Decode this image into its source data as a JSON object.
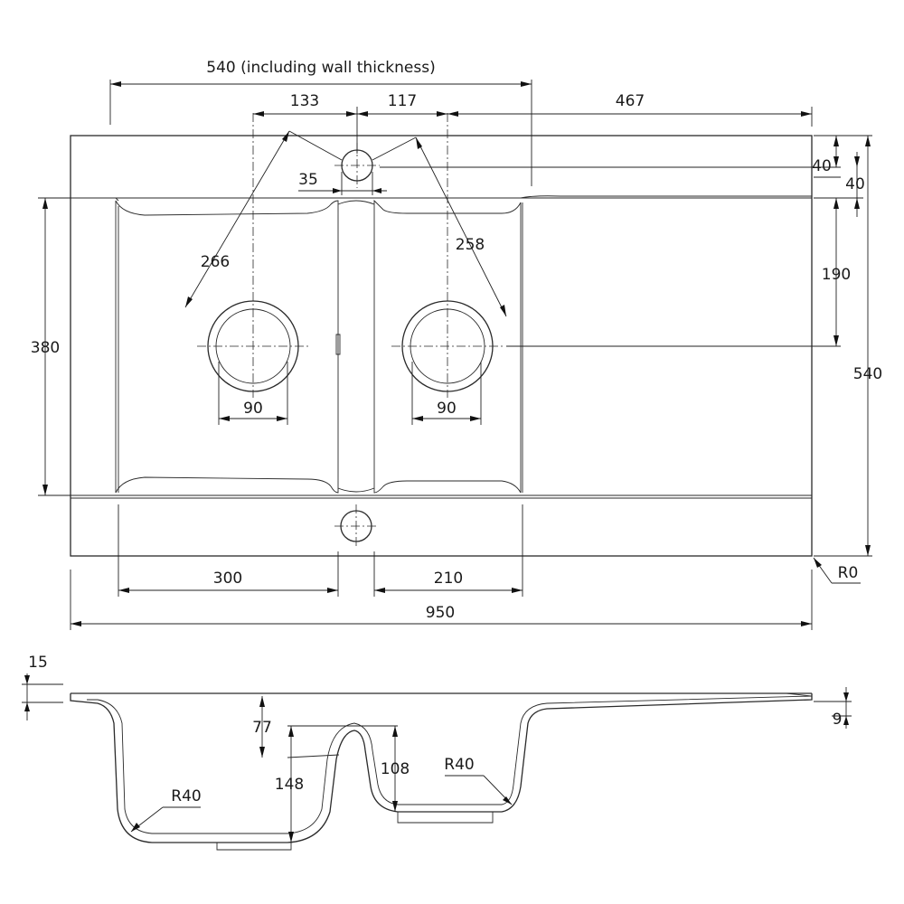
{
  "dimensions": {
    "width_incl_wall": "540 (including wall thickness)",
    "tap_offset_left": "133",
    "tap_offset_right": "117",
    "drainer_width": "467",
    "tap_hole": "35",
    "bowl_diag_left": "266",
    "bowl_diag_right": "258",
    "bowl_height": "380",
    "waste_left": "90",
    "waste_right": "90",
    "top_margin_a": "40",
    "top_margin_b": "40",
    "waste_offset": "190",
    "overall_depth": "540",
    "corner_radius": "R0",
    "bowl_left_width": "300",
    "bowl_right_width": "210",
    "overall_width": "950"
  },
  "section": {
    "rim_thickness": "15",
    "left_bowl_depth_upper": "77",
    "left_bowl_depth": "148",
    "right_bowl_depth": "108",
    "radius_left": "R40",
    "radius_right": "R40",
    "drainer_drop": "9"
  }
}
